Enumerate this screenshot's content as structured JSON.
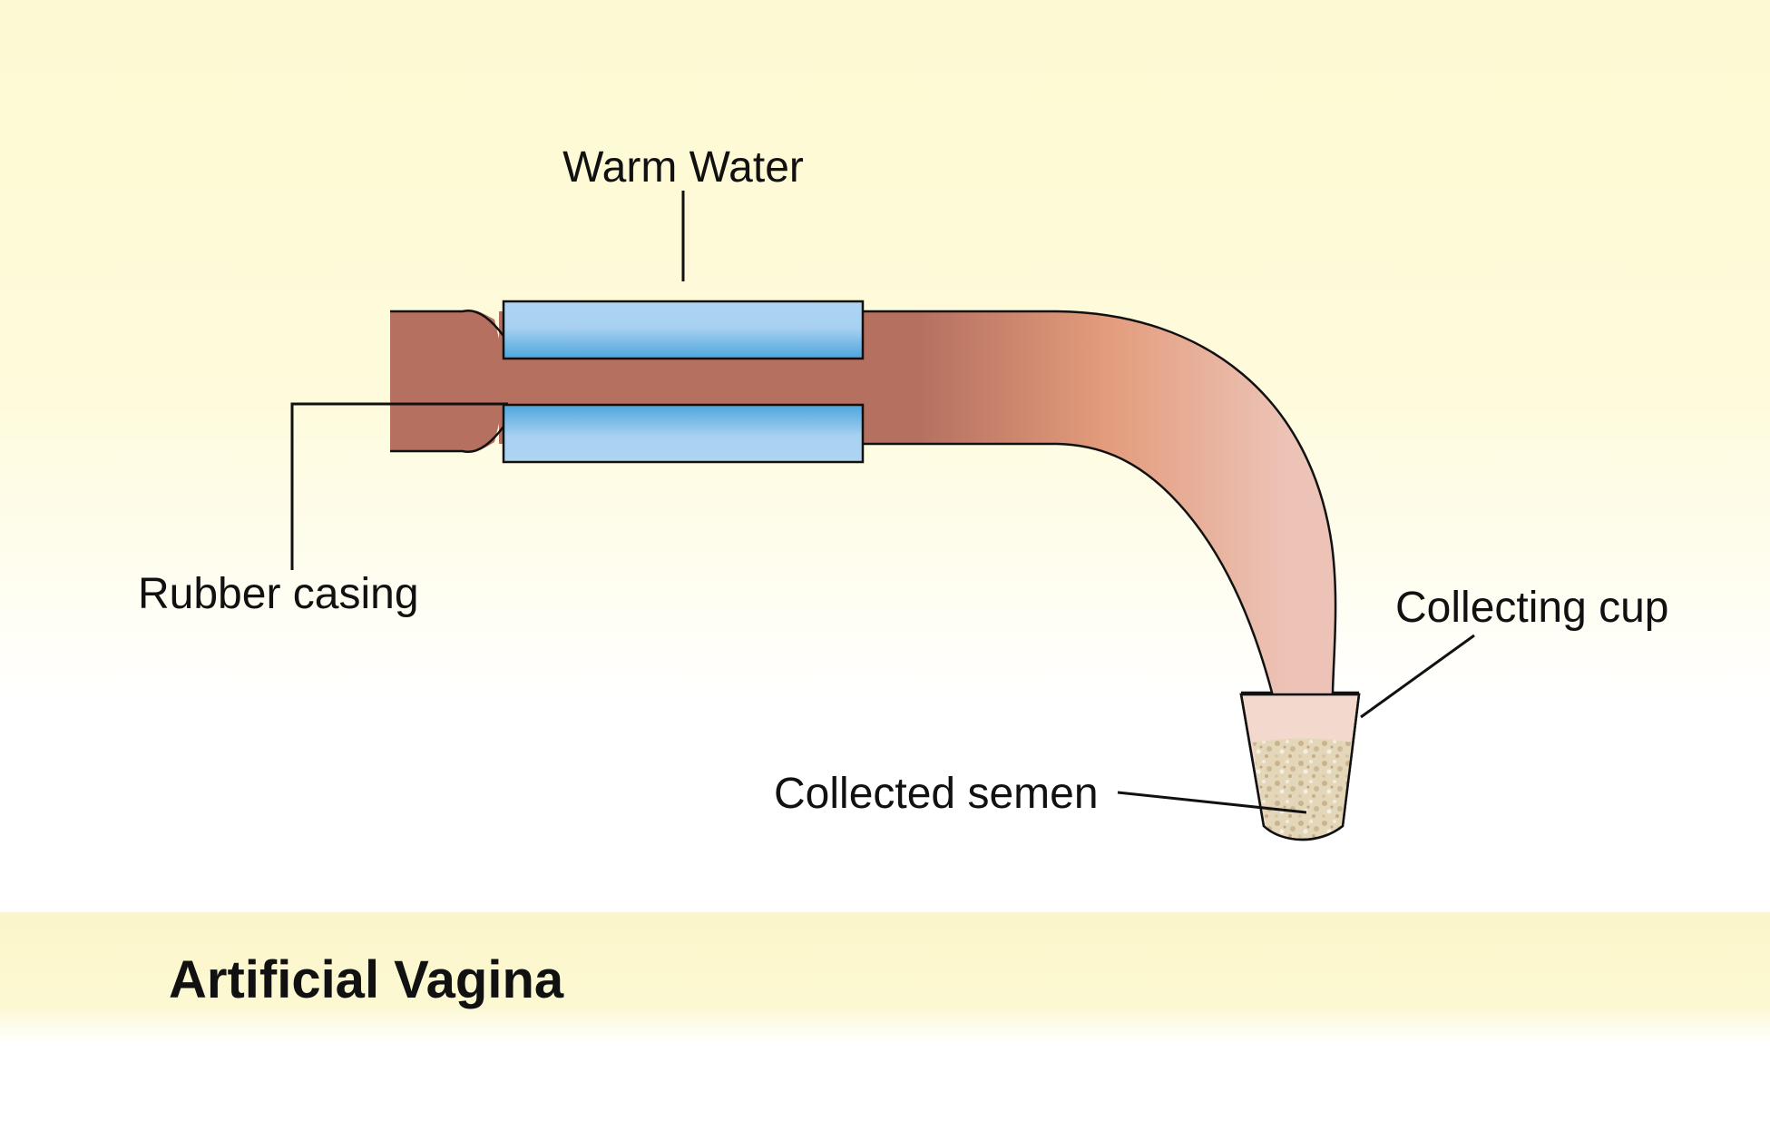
{
  "labels": {
    "warm_water": "Warm Water",
    "rubber_casing": "Rubber casing",
    "collecting_cup": "Collecting cup",
    "collected_semen": "Collected semen"
  },
  "caption": {
    "title": "Artificial Vagina"
  },
  "colors": {
    "background_top": "#FDF9D2",
    "background_bottom": "#FFFFFF",
    "caption_band": "#FBF6C9",
    "rubber_dark": "#B57060",
    "rubber_mid": "#E39C7C",
    "rubber_light": "#ECC3B6",
    "water_light": "#ADD3F1",
    "water_dark": "#4DA6DD",
    "cup_fill": "#F3D8CE",
    "semen_fill": "#D8C6A4",
    "line": "#111111"
  }
}
